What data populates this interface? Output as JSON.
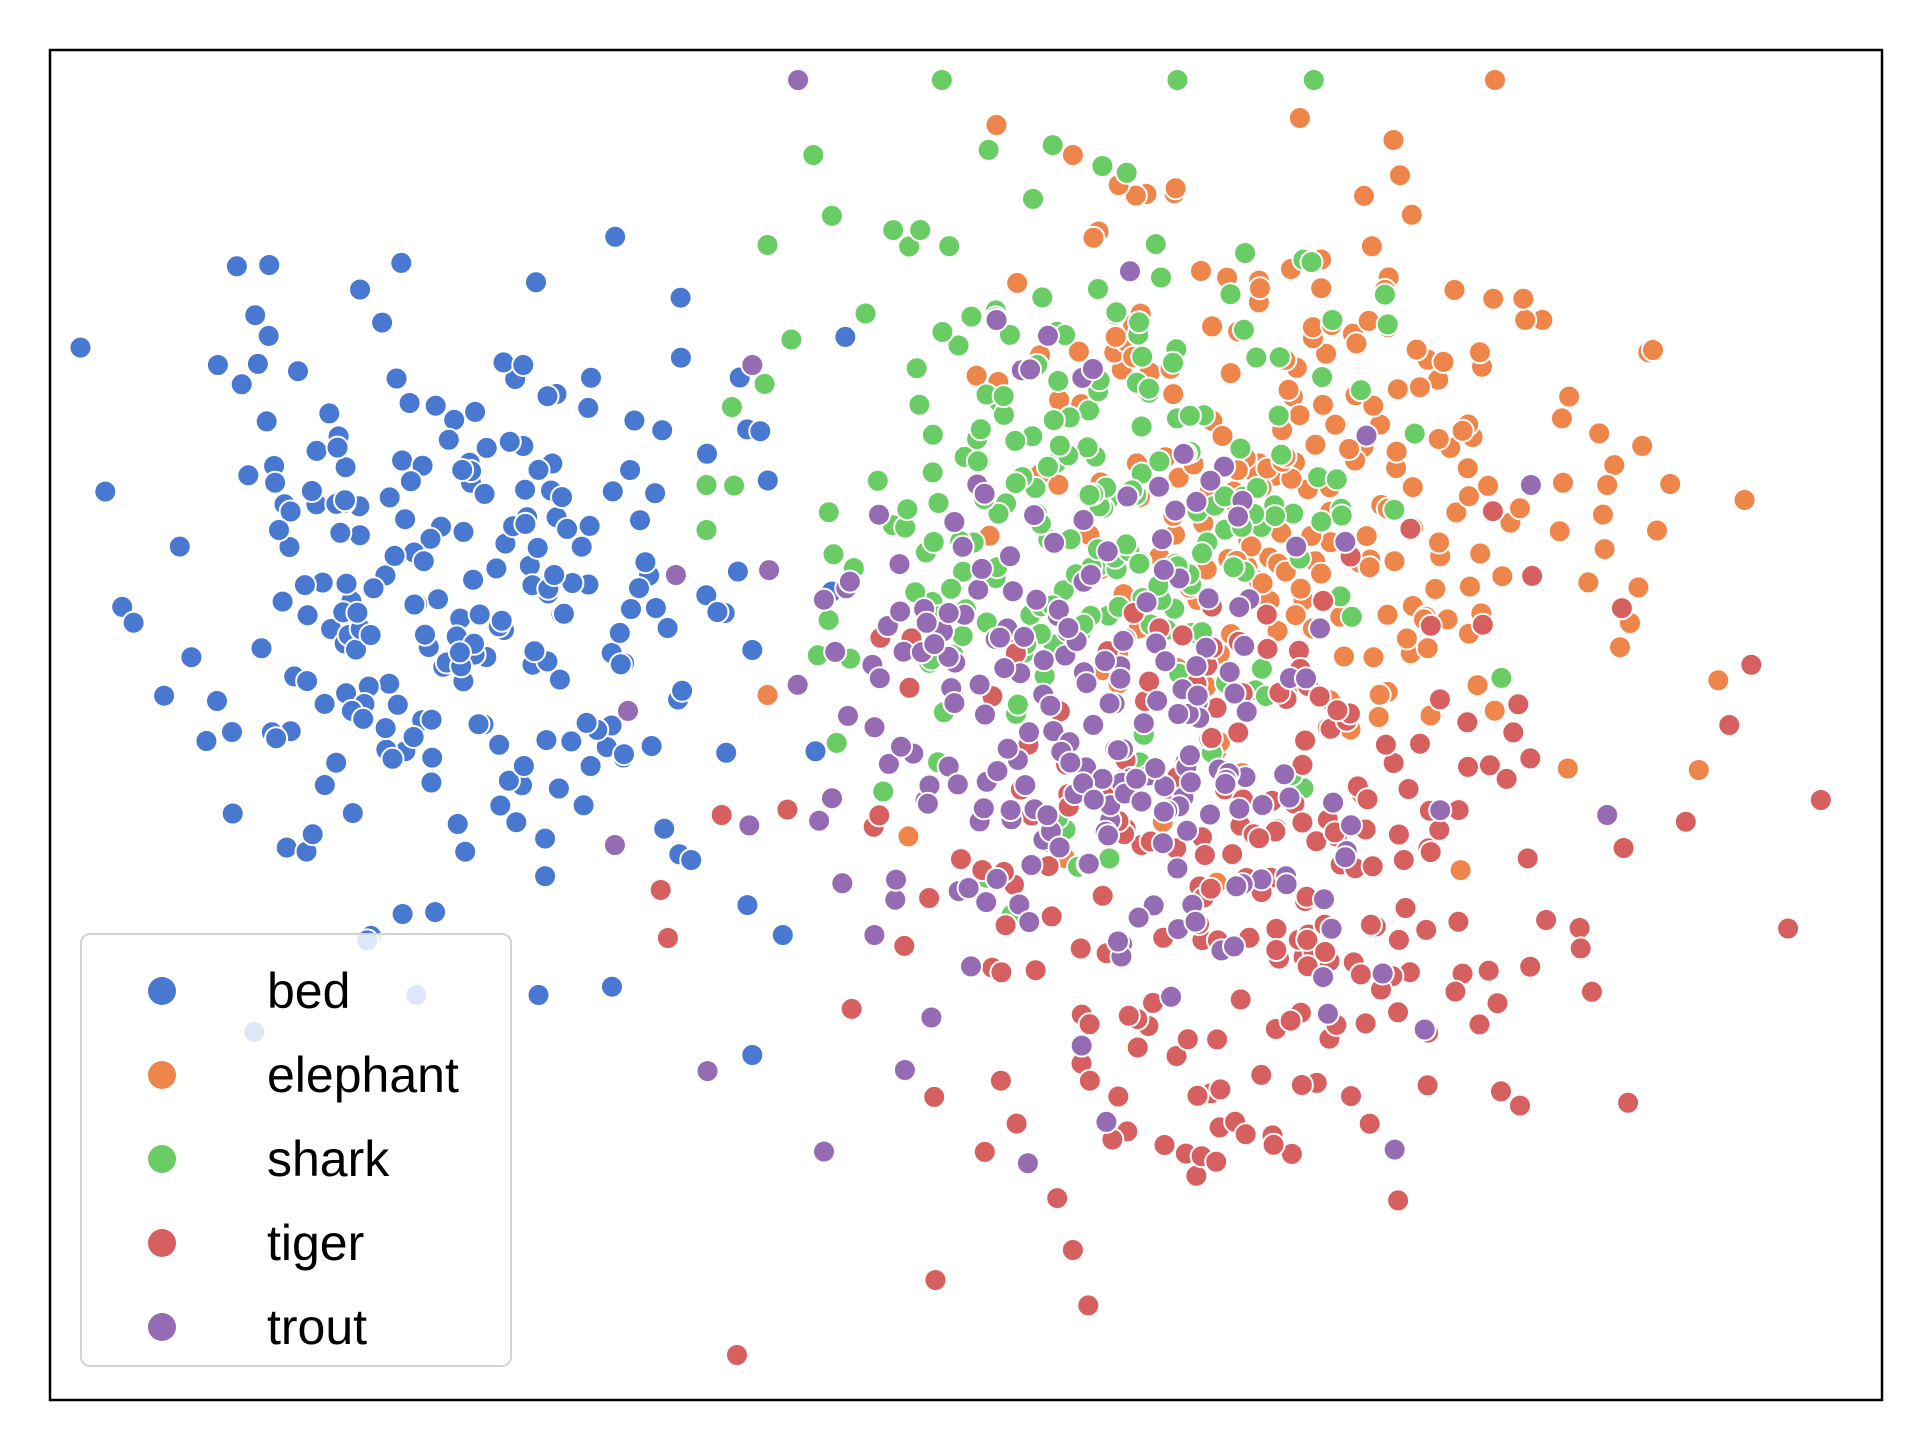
{
  "chart_data": {
    "type": "scatter",
    "title": "",
    "xlabel": "",
    "ylabel": "",
    "xlim": [
      -60,
      60
    ],
    "ylim": [
      -45,
      45
    ],
    "grid": false,
    "ticks_visible": false,
    "legend_position": "lower-left",
    "series": [
      {
        "name": "bed",
        "color": "#4878d0",
        "center": [
          -34,
          8
        ],
        "spread": [
          9,
          10
        ],
        "count": 230,
        "seed": 11,
        "points": [
          [
            -39,
            6
          ],
          [
            -45,
            13
          ],
          [
            -49,
            24
          ],
          [
            -33,
            17
          ],
          [
            -29,
            24
          ],
          [
            -22,
            17
          ],
          [
            -14,
            5
          ],
          [
            -18,
            -9
          ],
          [
            -28,
            -18
          ],
          [
            -36,
            -18
          ],
          [
            -12,
            -14
          ],
          [
            -14,
            -22
          ],
          [
            -42,
            -4
          ]
        ]
      },
      {
        "name": "elephant",
        "color": "#ee854a",
        "center": [
          22,
          15
        ],
        "spread": [
          10,
          10
        ],
        "count": 230,
        "seed": 23,
        "points": [
          [
            2,
            40
          ],
          [
            7,
            38
          ],
          [
            28,
            39
          ],
          [
            32,
            29
          ],
          [
            42,
            16
          ],
          [
            45,
            25
          ],
          [
            51,
            15
          ],
          [
            48,
            -3
          ],
          [
            10,
            36
          ],
          [
            -13,
            2
          ]
        ]
      },
      {
        "name": "shark",
        "color": "#6acc64",
        "center": [
          9,
          15
        ],
        "spread": [
          9,
          10
        ],
        "count": 230,
        "seed": 37,
        "points": [
          [
            -10,
            38
          ],
          [
            -13,
            32
          ],
          [
            -3,
            33
          ],
          [
            -17,
            13
          ],
          [
            -17,
            16
          ],
          [
            -9,
            7
          ],
          [
            24,
            27
          ]
        ]
      },
      {
        "name": "tiger",
        "color": "#d65f5f",
        "center": [
          18,
          -10
        ],
        "spread": [
          11,
          10
        ],
        "count": 230,
        "seed": 53,
        "points": [
          [
            -15,
            -42
          ],
          [
            -2,
            -37
          ],
          [
            7,
            -35
          ],
          [
            13,
            -28
          ],
          [
            22,
            -24
          ],
          [
            38,
            -13
          ],
          [
            56,
            -5
          ],
          [
            50,
            0
          ],
          [
            -16,
            -6
          ],
          [
            -20,
            -11
          ]
        ]
      },
      {
        "name": "trout",
        "color": "#956cb4",
        "center": [
          8,
          1
        ],
        "spread": [
          10,
          10
        ],
        "count": 230,
        "seed": 71,
        "points": [
          [
            -14,
            24
          ],
          [
            -11,
            43
          ],
          [
            2,
            27
          ],
          [
            37,
            16
          ],
          [
            42,
            -6
          ],
          [
            -19,
            10
          ],
          [
            -23,
            -8
          ],
          [
            -6,
            -14
          ],
          [
            -4,
            -23
          ]
        ]
      }
    ]
  }
}
